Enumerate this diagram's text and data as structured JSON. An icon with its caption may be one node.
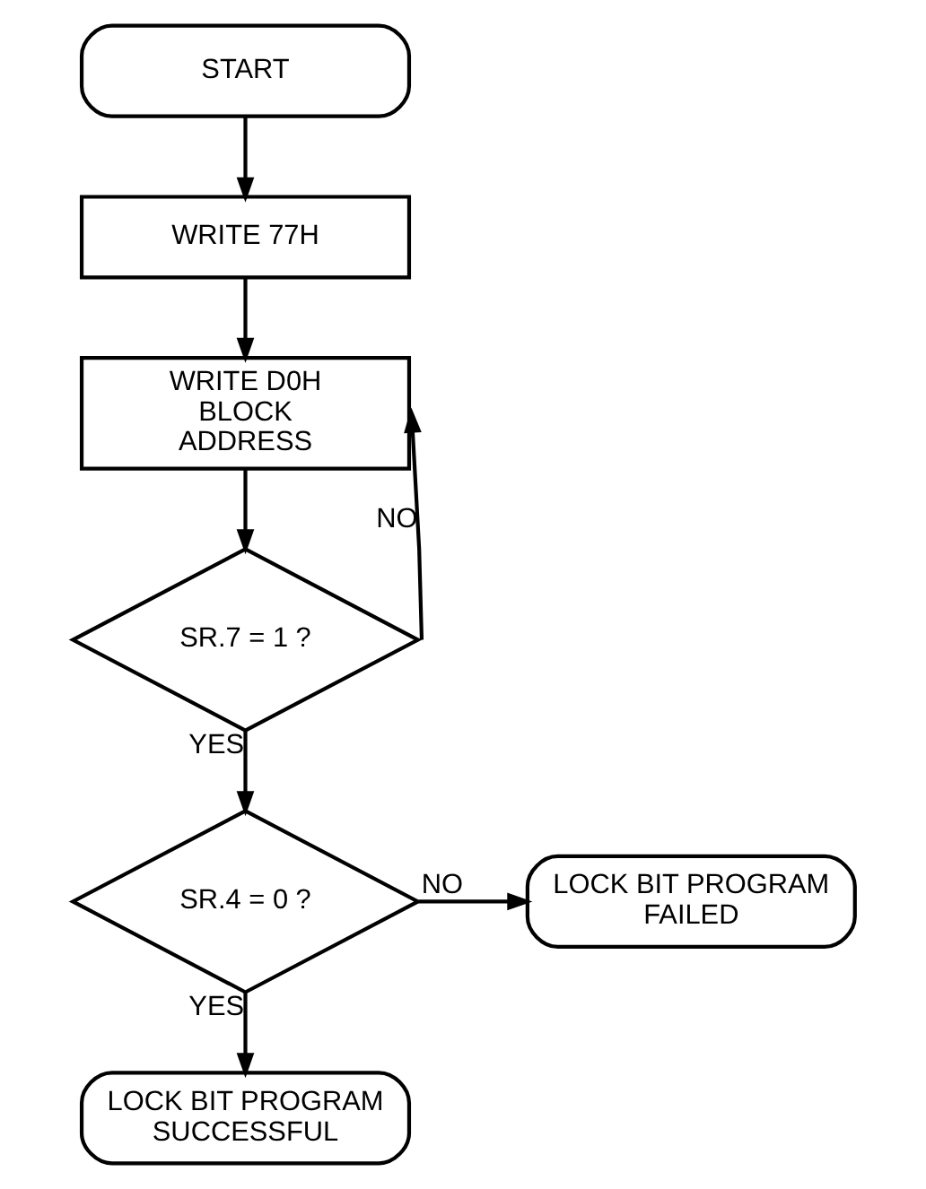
{
  "diagram": {
    "nodes": [
      {
        "text": [
          "START"
        ]
      },
      {
        "text": [
          "WRITE 77H"
        ]
      },
      {
        "text": [
          "WRITE D0H BLOCK ADDRESS"
        ]
      },
      {
        "text": [
          "SR.7 = 1 ?"
        ]
      },
      {
        "text": [
          "SR.4 = 0 ?"
        ]
      },
      {
        "text": [
          "LOCK BIT PROGRAM FAILED"
        ]
      },
      {
        "text": [
          "LOCK BIT PROGRAM SUCCESSFUL"
        ]
      }
    ],
    "edges": [
      {
        "from": 0,
        "to": 1,
        "arrow": "to"
      },
      {
        "from": 1,
        "to": 2,
        "arrow": "to"
      },
      {
        "from": 2,
        "to": 3,
        "arrow": "to"
      },
      {
        "from": 3,
        "to": 2,
        "arrow": "to",
        "label": "NO"
      },
      {
        "from": 3,
        "to": 4,
        "arrow": "to",
        "label": "YES"
      },
      {
        "from": 4,
        "to": 5,
        "arrow": "to",
        "label": "NO"
      },
      {
        "from": 4,
        "to": 6,
        "arrow": "to",
        "label": "YES"
      }
    ]
  }
}
